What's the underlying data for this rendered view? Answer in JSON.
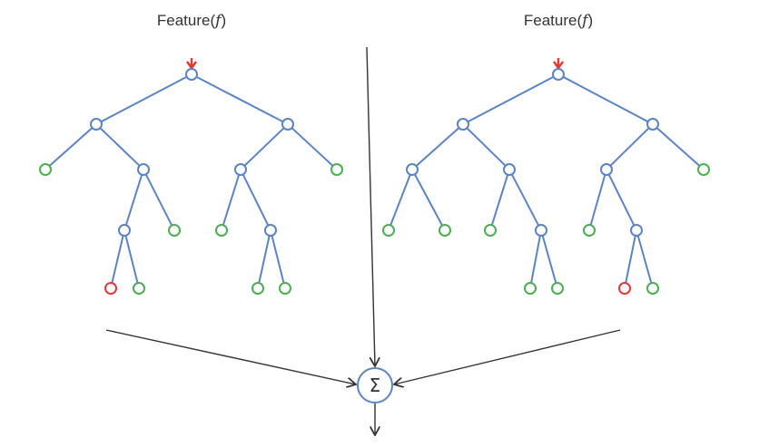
{
  "diagram": {
    "type": "random-forest-ensemble",
    "colors": {
      "edge": "#5b84c4",
      "internal_node": "#5b84c4",
      "leaf_node": "#4caf50",
      "selected_leaf": "#e53935",
      "input_arrow": "#e53935",
      "aggregate_arrow": "#333333",
      "sum_node": "#5b84c4"
    },
    "trees": [
      {
        "id": "tree-1",
        "input_label": "Feature(",
        "input_var": "f",
        "input_close": ")",
        "nodes": [
          {
            "id": "r",
            "type": "internal"
          },
          {
            "id": "a",
            "type": "internal",
            "parent": "r"
          },
          {
            "id": "b",
            "type": "internal",
            "parent": "r"
          },
          {
            "id": "a1",
            "type": "leaf",
            "parent": "a"
          },
          {
            "id": "a2",
            "type": "internal",
            "parent": "a"
          },
          {
            "id": "b1",
            "type": "internal",
            "parent": "b"
          },
          {
            "id": "b2",
            "type": "leaf",
            "parent": "b"
          },
          {
            "id": "a2a",
            "type": "internal",
            "parent": "a2"
          },
          {
            "id": "a2b",
            "type": "leaf",
            "parent": "a2"
          },
          {
            "id": "b1a",
            "type": "leaf",
            "parent": "b1"
          },
          {
            "id": "b1b",
            "type": "internal",
            "parent": "b1"
          },
          {
            "id": "a2a1",
            "type": "selected",
            "parent": "a2a"
          },
          {
            "id": "a2a2",
            "type": "leaf",
            "parent": "a2a"
          },
          {
            "id": "b1b1",
            "type": "leaf",
            "parent": "b1b"
          },
          {
            "id": "b1b2",
            "type": "leaf",
            "parent": "b1b"
          }
        ]
      },
      {
        "id": "tree-2",
        "input_label": "Feature(",
        "input_var": "f",
        "input_close": ")",
        "nodes": [
          {
            "id": "r",
            "type": "internal"
          },
          {
            "id": "a",
            "type": "internal",
            "parent": "r"
          },
          {
            "id": "b",
            "type": "internal",
            "parent": "r"
          },
          {
            "id": "a1",
            "type": "internal",
            "parent": "a"
          },
          {
            "id": "a2",
            "type": "internal",
            "parent": "a"
          },
          {
            "id": "b1",
            "type": "internal",
            "parent": "b"
          },
          {
            "id": "b2",
            "type": "leaf",
            "parent": "b"
          },
          {
            "id": "a1a",
            "type": "leaf",
            "parent": "a1"
          },
          {
            "id": "a1b",
            "type": "leaf",
            "parent": "a1"
          },
          {
            "id": "a2a",
            "type": "leaf",
            "parent": "a2"
          },
          {
            "id": "a2b",
            "type": "internal",
            "parent": "a2"
          },
          {
            "id": "b1a",
            "type": "leaf",
            "parent": "b1"
          },
          {
            "id": "b1b",
            "type": "internal",
            "parent": "b1"
          },
          {
            "id": "a2b1",
            "type": "leaf",
            "parent": "a2b"
          },
          {
            "id": "a2b2",
            "type": "leaf",
            "parent": "a2b"
          },
          {
            "id": "b1b1",
            "type": "selected",
            "parent": "b1b"
          },
          {
            "id": "b1b2",
            "type": "leaf",
            "parent": "b1b"
          }
        ]
      }
    ],
    "aggregator": {
      "symbol": "Σ",
      "meaning": "sum"
    }
  }
}
